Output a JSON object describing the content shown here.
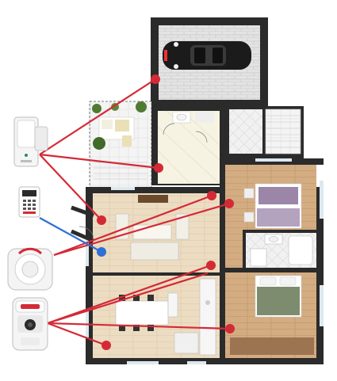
{
  "diagram": {
    "colors": {
      "wall": "#2b2b2b",
      "floor_wood": "#e9d8bd",
      "floor_wood_dark": "#c9a27a",
      "tile": "#eeeeee",
      "garage_brick": "#dcdcdc",
      "sensor_red": "#d42a36",
      "sensor_blue": "#2f6fd6",
      "bed_purple": "#9b86a8",
      "bed_green": "#7d8c6e",
      "terrace_green": "#4e7a32"
    },
    "devices": [
      {
        "name": "door-window-contact",
        "icon": "contact-sensor-icon"
      },
      {
        "name": "keypad",
        "icon": "keypad-icon"
      },
      {
        "name": "siren",
        "icon": "siren-icon"
      },
      {
        "name": "motion-camera",
        "icon": "camera-detector-icon"
      }
    ],
    "rooms": [
      "garage",
      "terrace",
      "hall",
      "bathroom",
      "living-room",
      "kitchen",
      "bedroom-1",
      "bedroom-2"
    ]
  }
}
